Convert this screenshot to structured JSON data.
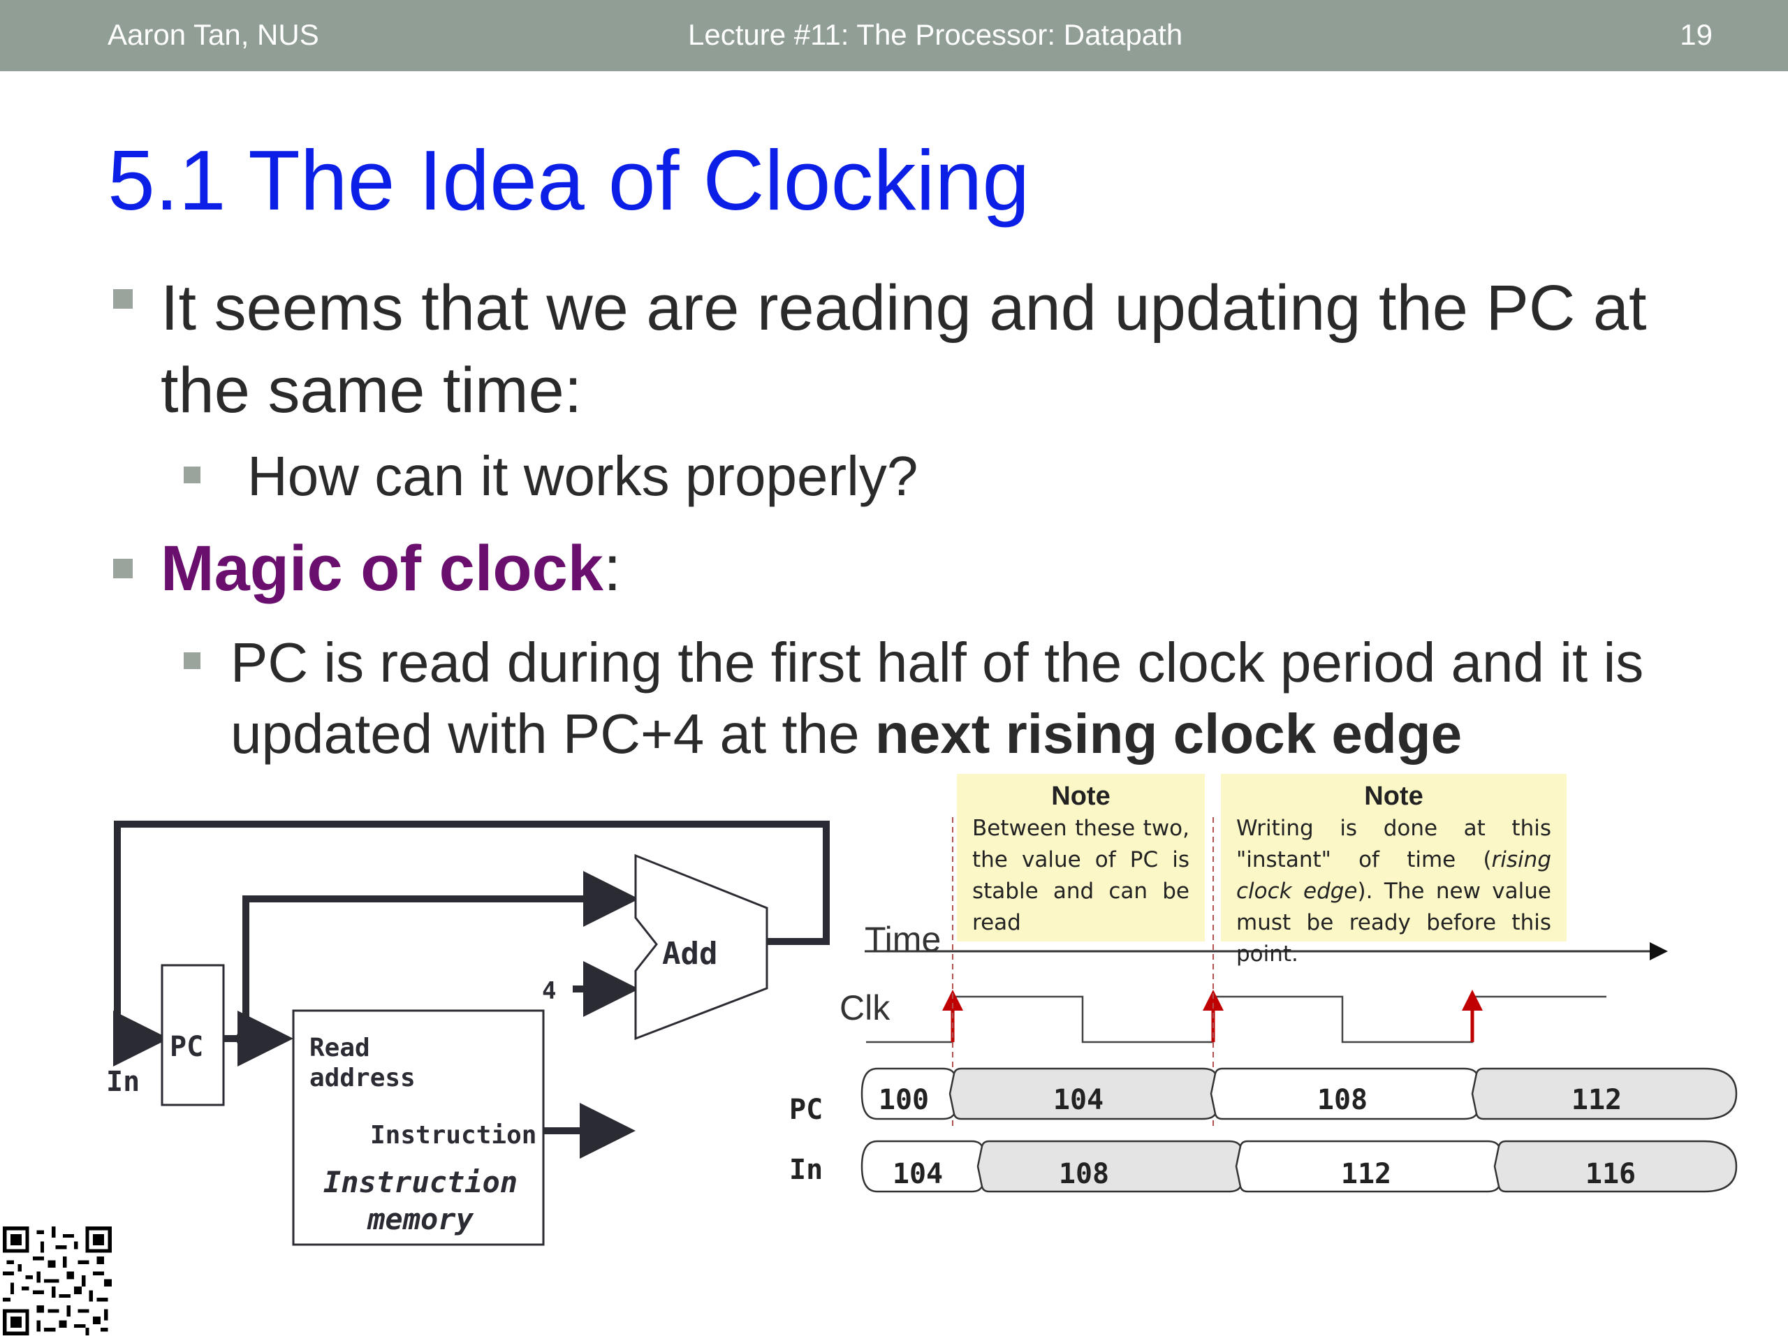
{
  "header": {
    "author": "Aaron Tan, NUS",
    "lecture": "Lecture #11: The Processor: Datapath",
    "page": "19"
  },
  "title": "5.1 The Idea of Clocking",
  "bullets": {
    "b1": "It seems that we are reading and updating the PC at the same time:",
    "b1_sub": "How can it works properly?",
    "b2_emph": "Magic of clock",
    "b2_rest": ":",
    "b2_sub_text": "PC is read during the first half of the clock period and it is updated with PC+4 at the ",
    "b2_sub_bold": "next rising clock edge"
  },
  "datapath": {
    "pc_label": "PC",
    "in_label": "In",
    "add_label": "Add",
    "const_label": "4",
    "read_address_line1": "Read",
    "read_address_line2": "address",
    "instruction_label": "Instruction",
    "memory_line1": "Instruction",
    "memory_line2": "memory"
  },
  "timing": {
    "time_label": "Time",
    "clk_label": "Clk",
    "pc_row_label": "PC",
    "in_row_label": "In",
    "pc_values": [
      "100",
      "104",
      "108",
      "112"
    ],
    "in_values": [
      "104",
      "108",
      "112",
      "116"
    ],
    "note1_title": "Note",
    "note1_text": "Between these two, the value of PC is stable and can be read",
    "note2_title": "Note",
    "note2_text_1": "Writing is done at this \"instant\" of time (",
    "note2_text_italic": "rising clock edge",
    "note2_text_2": "). The new value must be ready before this point."
  },
  "colors": {
    "header_bg": "#919e95",
    "title": "#0b1fe6",
    "magic": "#6a0f6e",
    "note_bg": "#fbf7c7",
    "edge_arrow": "#c00000"
  }
}
